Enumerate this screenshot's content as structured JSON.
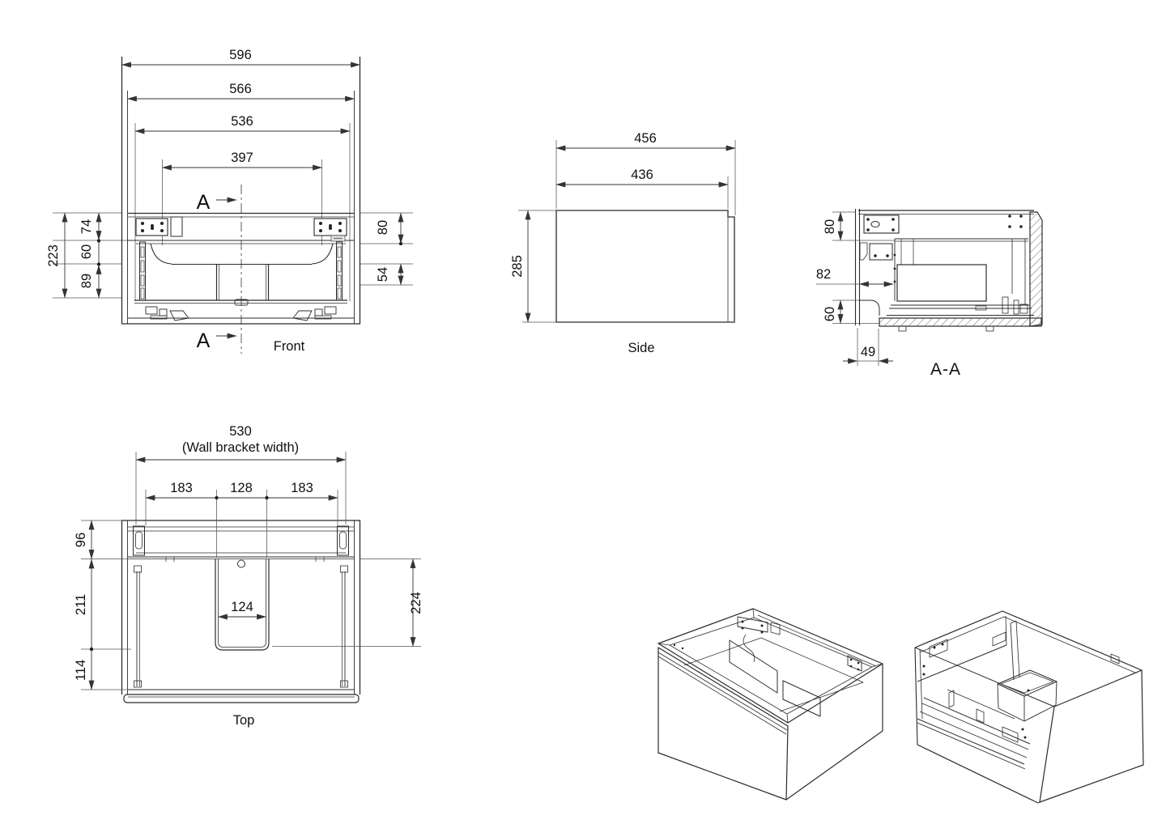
{
  "views": {
    "front": {
      "label": "Front",
      "marker": "A",
      "w_overall": "596",
      "w_back": "566",
      "w_inner": "536",
      "w_basin": "397",
      "h_total": "223",
      "h_top": "74",
      "h_mid": "60",
      "h_bottom": "89",
      "r_top": "80",
      "r_mid": "54"
    },
    "side": {
      "label": "Side",
      "d_overall": "456",
      "d_body": "436",
      "h": "285"
    },
    "section": {
      "label": "A-A",
      "rail_h": "80",
      "back_gap": "82",
      "bottom_h": "60",
      "bottom_gap": "49"
    },
    "top": {
      "label": "Top",
      "bracket_w": "530",
      "bracket_note": "(Wall bracket width)",
      "span_l": "183",
      "span_c": "128",
      "span_r": "183",
      "back_d": "96",
      "mid_d": "211",
      "front_d": "114",
      "cutout_w": "124",
      "cutout_d": "224"
    }
  }
}
